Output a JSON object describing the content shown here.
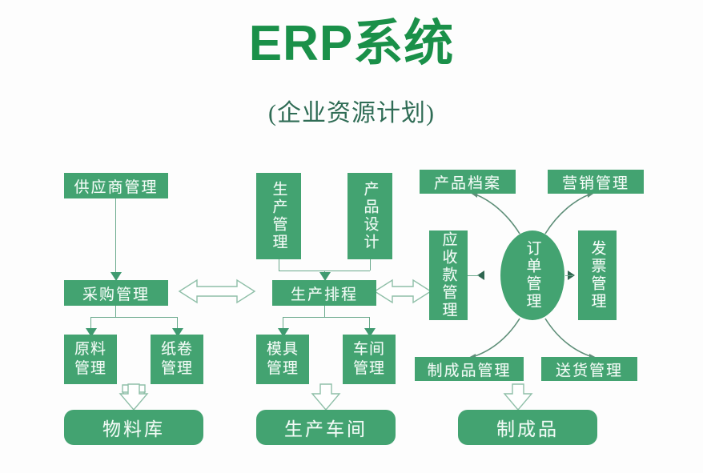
{
  "header": {
    "title": "ERP系统",
    "subtitle": "(企业资源计划)"
  },
  "colors": {
    "title_green": "#1a9049",
    "subtitle_green": "#2f6c55",
    "node_fill": "#43a371",
    "node_text": "#f2fbf6",
    "connector": "#6aa98c",
    "hollow_arrow_stroke": "#8fbfa8",
    "curve_stroke": "#5f8f79",
    "background": "#fdfdfd"
  },
  "nodes": {
    "supplier_management": "供应商管理",
    "purchase_management": "采购管理",
    "raw_material_management": "原料\n管理",
    "paper_roll_management": "纸卷\n管理",
    "material_warehouse": "物料库",
    "production_management": "生产管理",
    "product_design": "产品设计",
    "production_scheduling": "生产排程",
    "mold_management": "模具\n管理",
    "workshop_management": "车间\n管理",
    "production_workshop": "生产车间",
    "product_archive": "产品档案",
    "marketing_management": "营销管理",
    "receivables_management": "应收款管理",
    "order_management": "订单管理",
    "invoice_management": "发票管理",
    "finished_goods_management": "制成品管理",
    "delivery_management": "送货管理",
    "finished_goods": "制成品"
  },
  "connectors": {
    "supplier_to_purchase": "arrow-down",
    "purchase_to_raw_material": "arrow-down",
    "purchase_to_paper_roll": "arrow-down",
    "raw_paper_to_warehouse": "hollow-arrow-down",
    "production_mgmt_to_scheduling": "arrow-down",
    "product_design_to_scheduling": "arrow-down",
    "scheduling_to_mold": "arrow-down",
    "scheduling_to_workshop": "arrow-down",
    "mold_workshop_to_production_workshop": "hollow-arrow-down",
    "purchase_scheduling_link": "hollow-double-arrow",
    "scheduling_receivables_link": "hollow-double-arrow",
    "order_to_receivables": "arrow-left",
    "order_to_invoice": "arrow-right",
    "order_to_product_archive": "curved-arrow-up-left",
    "order_to_marketing": "curved-arrow-up-right",
    "order_to_finished_goods_mgmt": "curved-arrow-down-left",
    "order_to_delivery_mgmt": "curved-arrow-down-right",
    "finished_delivery_to_finished_goods": "hollow-arrow-down"
  }
}
